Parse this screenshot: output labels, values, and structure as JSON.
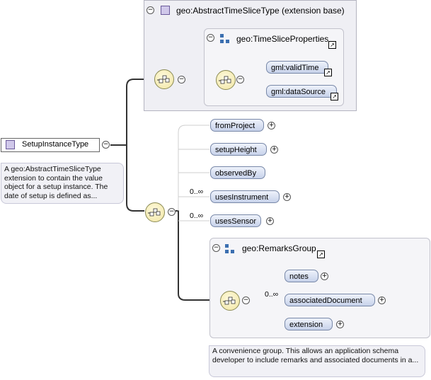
{
  "ext_box": {
    "title": "geo:AbstractTimeSliceType (extension base)"
  },
  "time_slice": {
    "title": "geo:TimeSliceProperties",
    "items": [
      "gml:validTime",
      "gml:dataSource"
    ]
  },
  "root": {
    "label": "SetupInstanceType",
    "doc": "A geo:AbstractTimeSliceType extension to contain the value object for a setup instance. The date of setup is defined as..."
  },
  "elements": [
    {
      "label": "fromProject",
      "occurs": ""
    },
    {
      "label": "setupHeight",
      "occurs": ""
    },
    {
      "label": "observedBy",
      "occurs": ""
    },
    {
      "label": "usesInstrument",
      "occurs": "0..∞"
    },
    {
      "label": "usesSensor",
      "occurs": "0..∞"
    }
  ],
  "remarks": {
    "title": "geo:RemarksGroup",
    "items": [
      {
        "label": "notes",
        "occurs": ""
      },
      {
        "label": "associatedDocument",
        "occurs": "0..∞"
      },
      {
        "label": "extension",
        "occurs": ""
      }
    ],
    "doc": "A convenience group. This allows an application schema developer to include remarks and associated documents in a..."
  },
  "glyphs": {
    "collapse": "−",
    "expand": "+",
    "reference": "↗"
  }
}
